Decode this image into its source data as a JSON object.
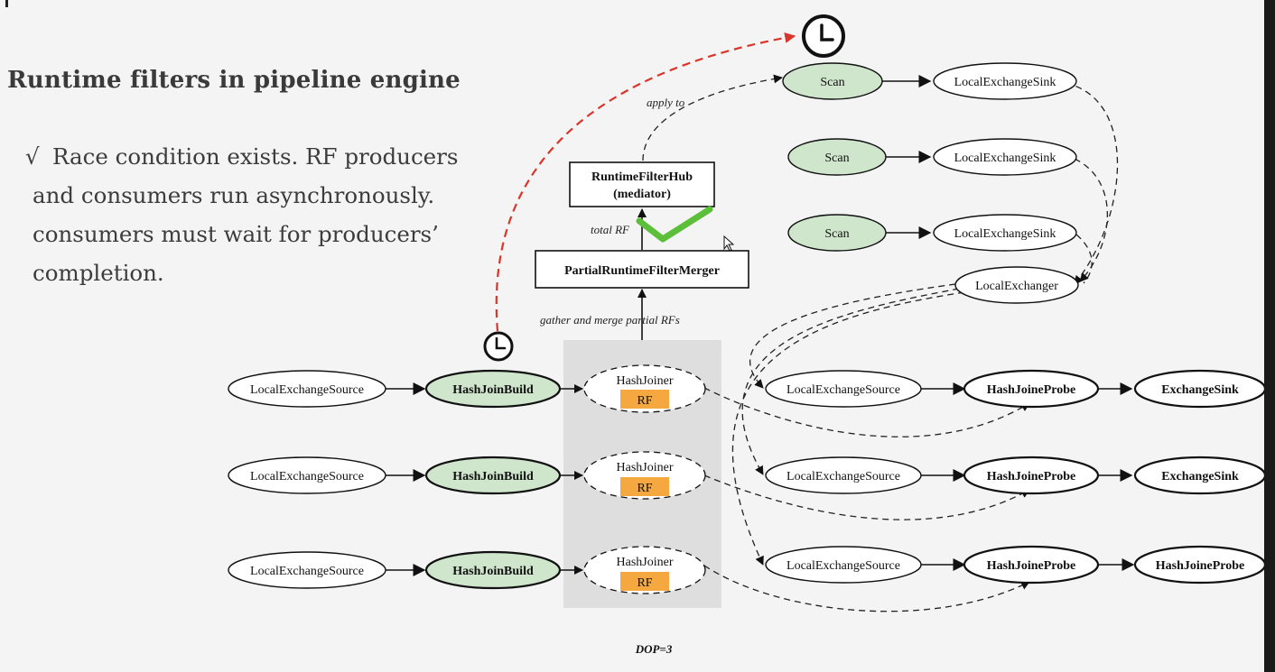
{
  "slide": {
    "title": "Runtime filters in pipeline engine",
    "bullet_mark": "√",
    "bullet_text": "Race condition exists. RF producers and consumers run asynchronously. consumers must wait for producers’ completion."
  },
  "diagram": {
    "scans": [
      "Scan",
      "Scan",
      "Scan"
    ],
    "local_exchange_sinks": [
      "LocalExchangeSink",
      "LocalExchangeSink",
      "LocalExchangeSink"
    ],
    "local_exchanger": "LocalExchanger",
    "hub_line1": "RuntimeFilterHub",
    "hub_line2": "(mediator)",
    "merger": "PartialRuntimeFilterMerger",
    "label_apply_to": "apply to",
    "label_total_rf": "total RF",
    "label_gather": "gather and merge partial RFs",
    "build_rows": [
      {
        "source": "LocalExchangeSource",
        "build": "HashJoinBuild",
        "joiner": "HashJoiner",
        "rf": "RF"
      },
      {
        "source": "LocalExchangeSource",
        "build": "HashJoinBuild",
        "joiner": "HashJoiner",
        "rf": "RF"
      },
      {
        "source": "LocalExchangeSource",
        "build": "HashJoinBuild",
        "joiner": "HashJoiner",
        "rf": "RF"
      }
    ],
    "probe_rows": [
      {
        "source": "LocalExchangeSource",
        "probe": "HashJoineProbe",
        "sink": "ExchangeSink"
      },
      {
        "source": "LocalExchangeSource",
        "probe": "HashJoineProbe",
        "sink": "ExchangeSink"
      },
      {
        "source": "LocalExchangeSource",
        "probe": "HashJoineProbe",
        "sink": "HashJoineProbe"
      }
    ],
    "dop": "DOP=3",
    "colors": {
      "green_fill": "#cfe6cc",
      "rf_fill": "#f5a840",
      "panel": "#dedede",
      "check": "#5cbf3a",
      "red_arrow": "#d9352b"
    },
    "icons": [
      "clock-icon",
      "clock-icon",
      "checkmark-icon",
      "cursor-icon"
    ]
  }
}
